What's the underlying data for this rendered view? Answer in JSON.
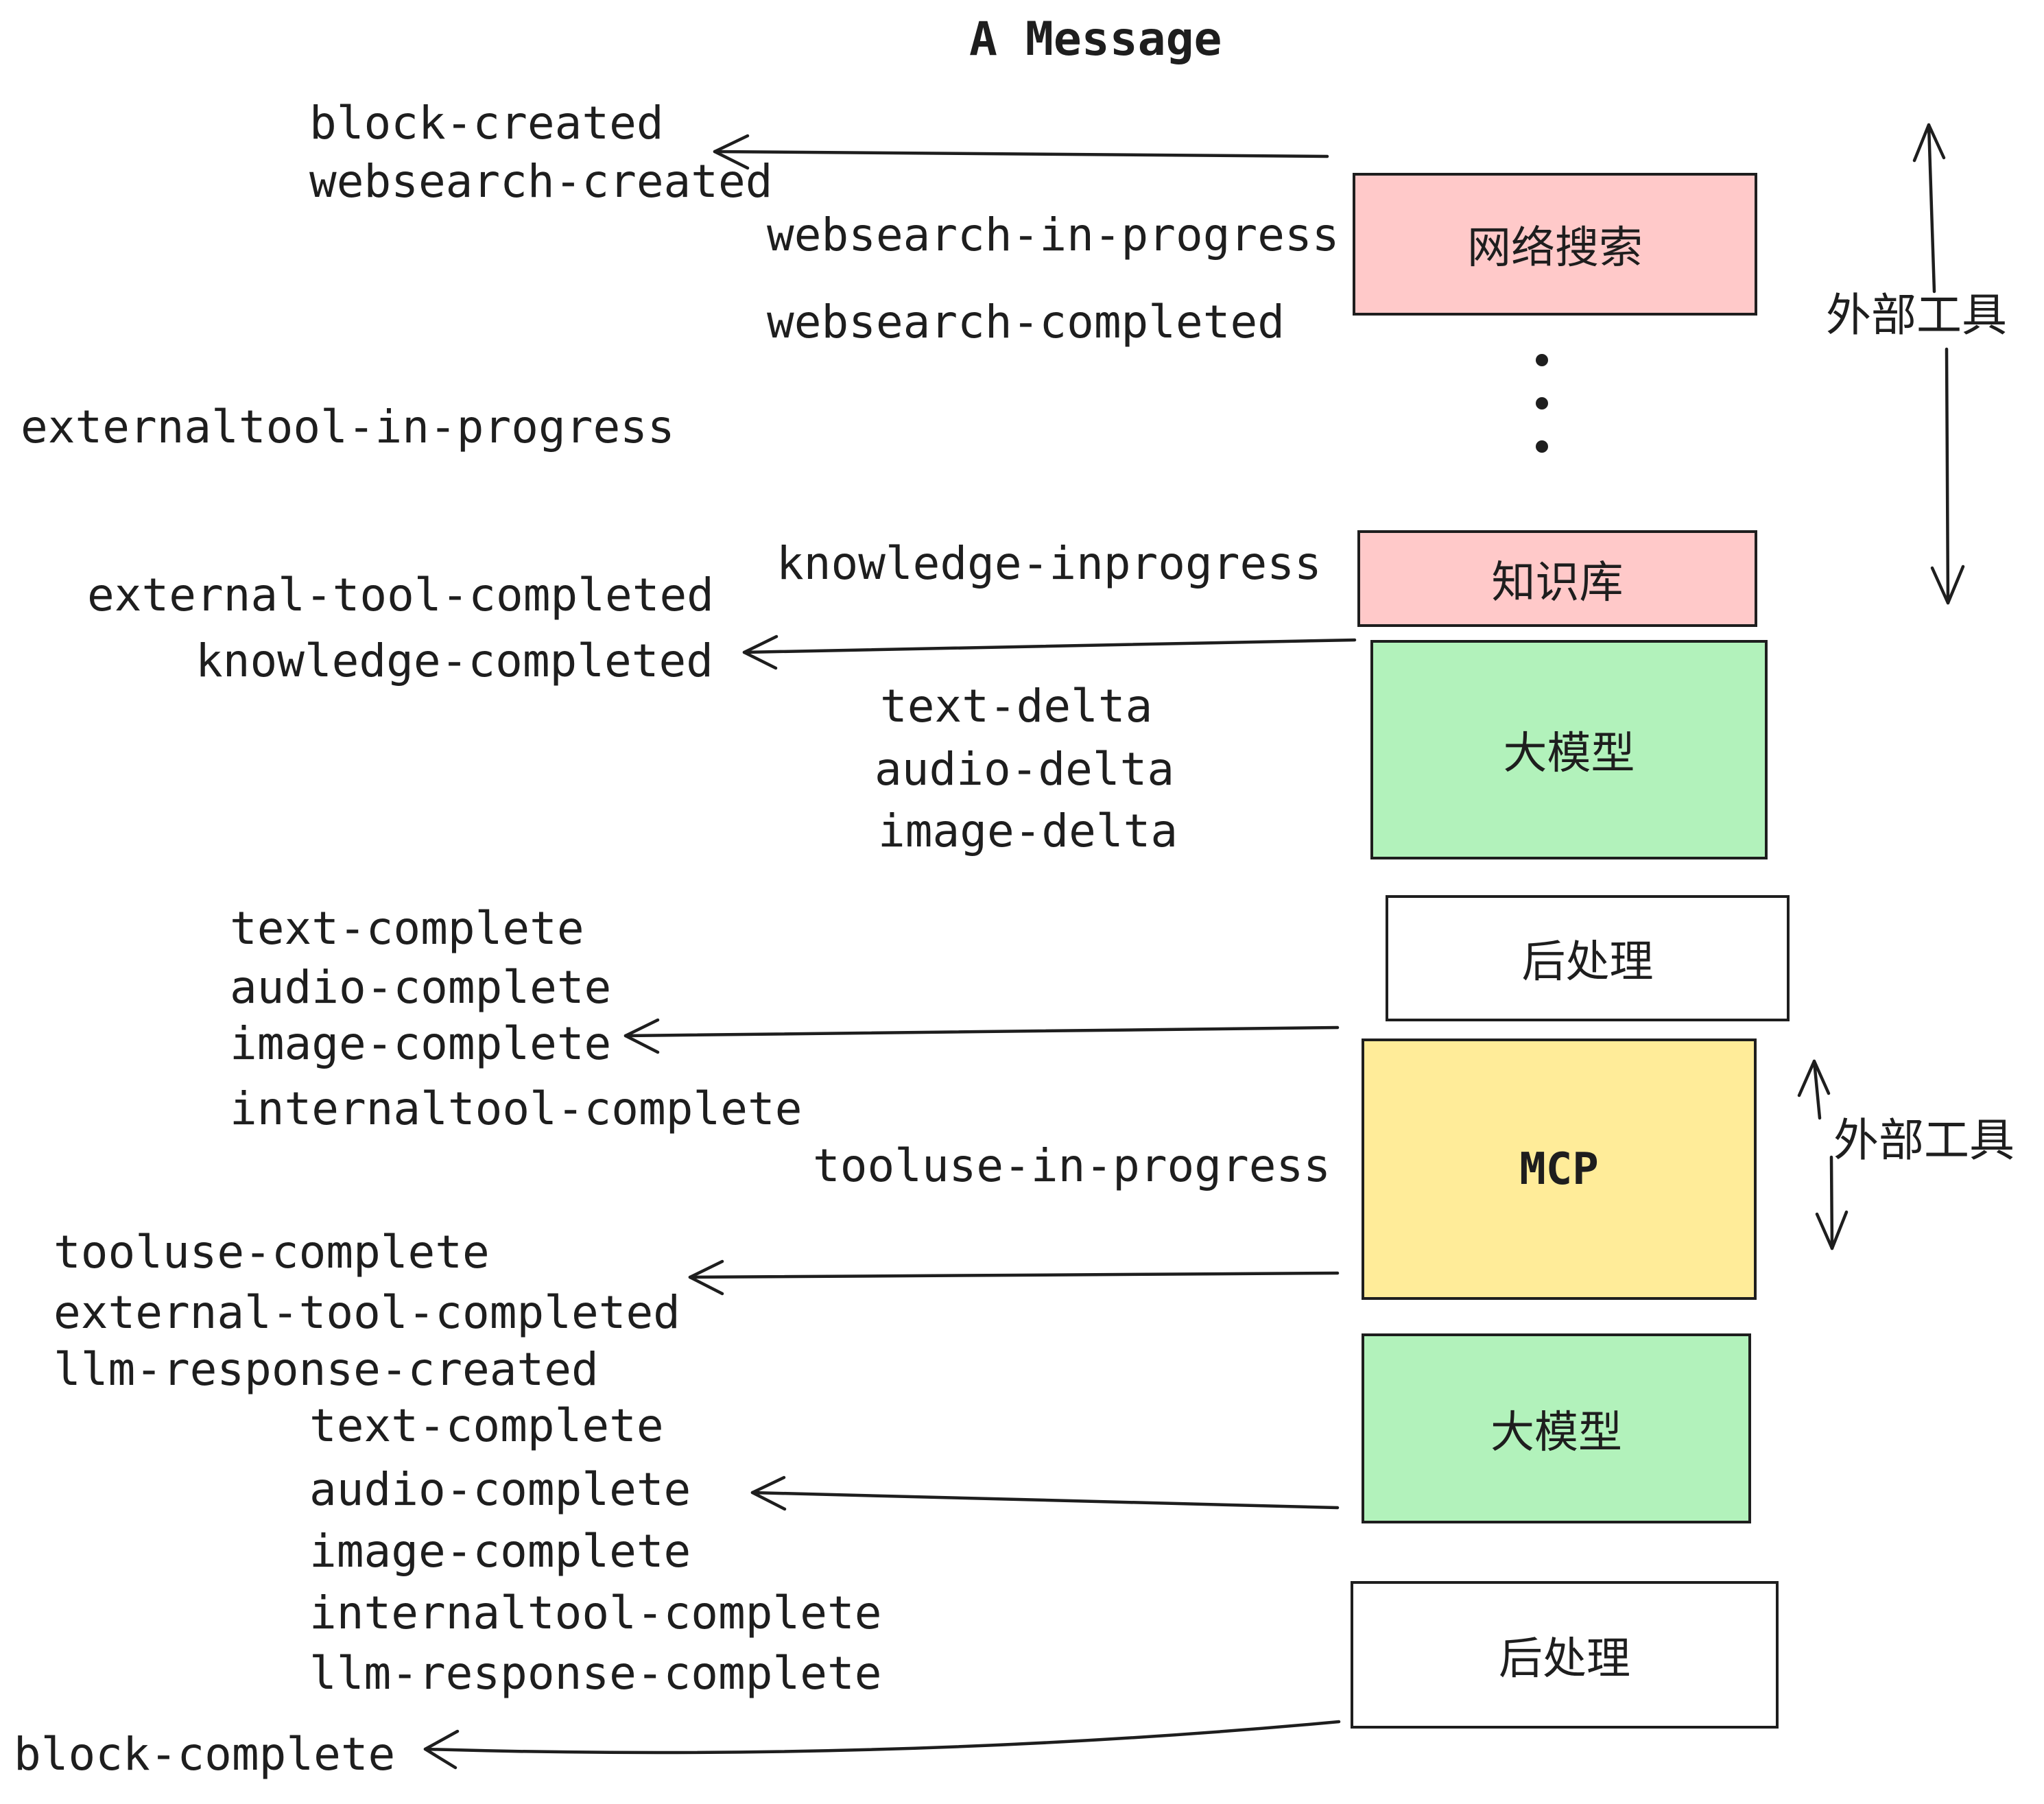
{
  "title": "A Message",
  "colors": {
    "stroke": "#1e1e1e",
    "pink": "#ffc9c9",
    "green": "#b2f2bb",
    "yellow": "#ffec99",
    "white": "#ffffff"
  },
  "boxes": [
    {
      "name": "websearch",
      "label": "网络搜索",
      "fill": "#ffc9c9"
    },
    {
      "name": "knowledge-base",
      "label": "知识库",
      "fill": "#ffc9c9"
    },
    {
      "name": "llm-top",
      "label": "大模型",
      "fill": "#b2f2bb"
    },
    {
      "name": "postprocess-top",
      "label": "后处理",
      "fill": "#ffffff"
    },
    {
      "name": "mcp",
      "label": "MCP",
      "fill": "#ffec99"
    },
    {
      "name": "llm-bottom",
      "label": "大模型",
      "fill": "#b2f2bb"
    },
    {
      "name": "postprocess-bottom",
      "label": "后处理",
      "fill": "#ffffff"
    }
  ],
  "side_labels": [
    {
      "name": "external-tools-top",
      "text": "外部工具"
    },
    {
      "name": "external-tools-mcp",
      "text": "外部工具"
    }
  ],
  "events": [
    {
      "name": "block-created",
      "text": "block-created"
    },
    {
      "name": "websearch-created",
      "text": "websearch-created"
    },
    {
      "name": "websearch-in-progress",
      "text": "websearch-in-progress"
    },
    {
      "name": "websearch-completed",
      "text": "websearch-completed"
    },
    {
      "name": "externaltool-in-progress",
      "text": "externaltool-in-progress"
    },
    {
      "name": "knowledge-inprogress",
      "text": "knowledge-inprogress"
    },
    {
      "name": "external-tool-completed",
      "text": "external-tool-completed"
    },
    {
      "name": "knowledge-completed",
      "text": "knowledge-completed"
    },
    {
      "name": "text-delta",
      "text": "text-delta"
    },
    {
      "name": "audio-delta",
      "text": "audio-delta"
    },
    {
      "name": "image-delta",
      "text": "image-delta"
    },
    {
      "name": "text-complete",
      "text": "text-complete"
    },
    {
      "name": "audio-complete",
      "text": "audio-complete"
    },
    {
      "name": "image-complete",
      "text": "image-complete"
    },
    {
      "name": "internaltool-complete",
      "text": "internaltool-complete"
    },
    {
      "name": "tooluse-in-progress",
      "text": "tooluse-in-progress"
    },
    {
      "name": "tooluse-complete",
      "text": "tooluse-complete"
    },
    {
      "name": "external-tool-completed-2",
      "text": "external-tool-completed"
    },
    {
      "name": "llm-response-created",
      "text": "llm-response-created"
    },
    {
      "name": "text-complete-2",
      "text": "text-complete"
    },
    {
      "name": "audio-complete-2",
      "text": "audio-complete"
    },
    {
      "name": "image-complete-2",
      "text": "image-complete"
    },
    {
      "name": "internaltool-complete-2",
      "text": "internaltool-complete"
    },
    {
      "name": "llm-response-complete",
      "text": "llm-response-complete"
    },
    {
      "name": "block-complete",
      "text": "block-complete"
    }
  ]
}
